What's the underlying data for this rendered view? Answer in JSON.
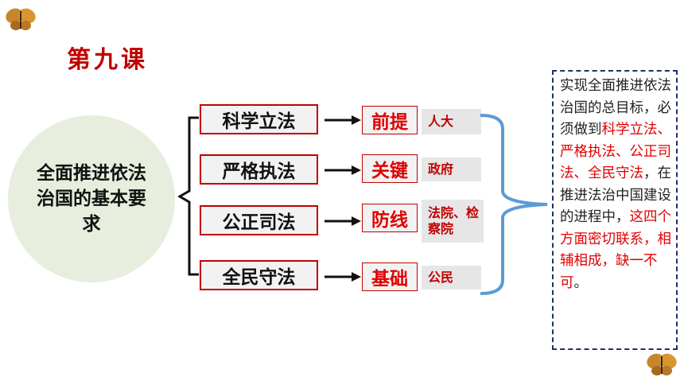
{
  "title": "第九课",
  "center": {
    "text": "全面推进依法治国的基本要求"
  },
  "rows": [
    {
      "requirement": "科学立法",
      "role": "前提",
      "actor": "人大"
    },
    {
      "requirement": "严格执法",
      "role": "关键",
      "actor": "政府"
    },
    {
      "requirement": "公正司法",
      "role": "防线",
      "actor": "法院、检察院"
    },
    {
      "requirement": "全民守法",
      "role": "基础",
      "actor": "公民"
    }
  ],
  "note": {
    "part1": "实现全面推进依法治国的总目标，必须做到",
    "part2": "科学立法、严格执法、公正司法、全民守法",
    "part3": "，在推进法治中国建设的进程中，",
    "part4": "这四个方面密切联系，相辅相成，缺一不可",
    "part5": "。"
  },
  "colors": {
    "accent": "#c00000",
    "brace": "#5b9bd5",
    "circle": "#e7eedd"
  },
  "icons": [
    "butterfly-icon"
  ]
}
